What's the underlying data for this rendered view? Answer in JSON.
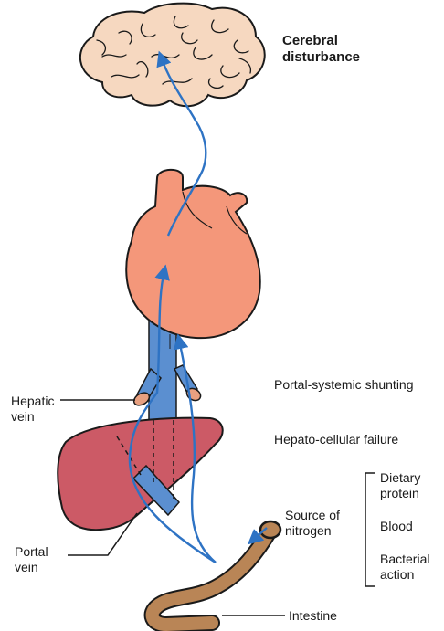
{
  "labels": {
    "cerebral": [
      "Cerebral",
      "disturbance"
    ],
    "hepatic_vein": [
      "Hepatic",
      "vein"
    ],
    "portal_vein": [
      "Portal",
      "vein"
    ],
    "portal_systemic": "Portal-systemic shunting",
    "hepato_cellular": "Hepato-cellular failure",
    "source": [
      "Source of",
      "nitrogen"
    ],
    "nitrogen_sources": [
      [
        "Dietary",
        "protein"
      ],
      [
        "Blood"
      ],
      [
        "Bacterial",
        "action"
      ]
    ],
    "intestine": "Intestine"
  },
  "colors": {
    "brain": "#f6d8c0",
    "heart": "#f4977a",
    "liver": "#cc5a66",
    "vein": "#5b8fd0",
    "arrow": "#2e73c4",
    "intestine": "#b98556",
    "outline": "#1a1a1a"
  }
}
